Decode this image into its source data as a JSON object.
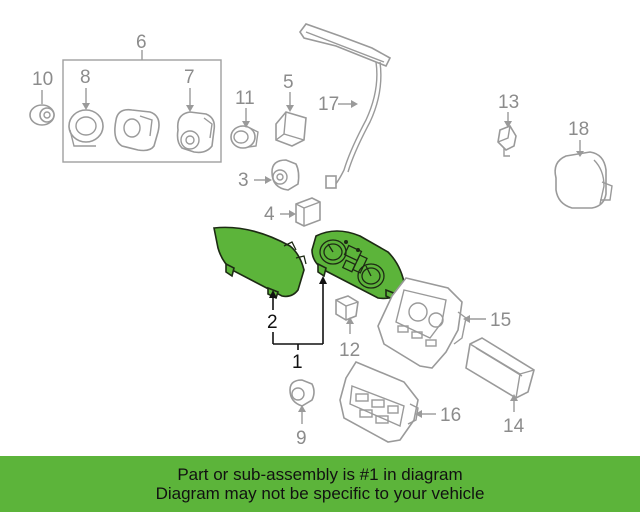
{
  "callouts": {
    "c1": "1",
    "c2": "2",
    "c3": "3",
    "c4": "4",
    "c5": "5",
    "c6": "6",
    "c7": "7",
    "c8": "8",
    "c9": "9",
    "c10": "10",
    "c11": "11",
    "c12": "12",
    "c13": "13",
    "c14": "14",
    "c15": "15",
    "c16": "16",
    "c17": "17",
    "c18": "18"
  },
  "highlight_color": "#5cb43a",
  "banner": {
    "line1": "Part or sub-assembly is #1 in diagram",
    "line2": "Diagram may not be specific to your vehicle"
  }
}
